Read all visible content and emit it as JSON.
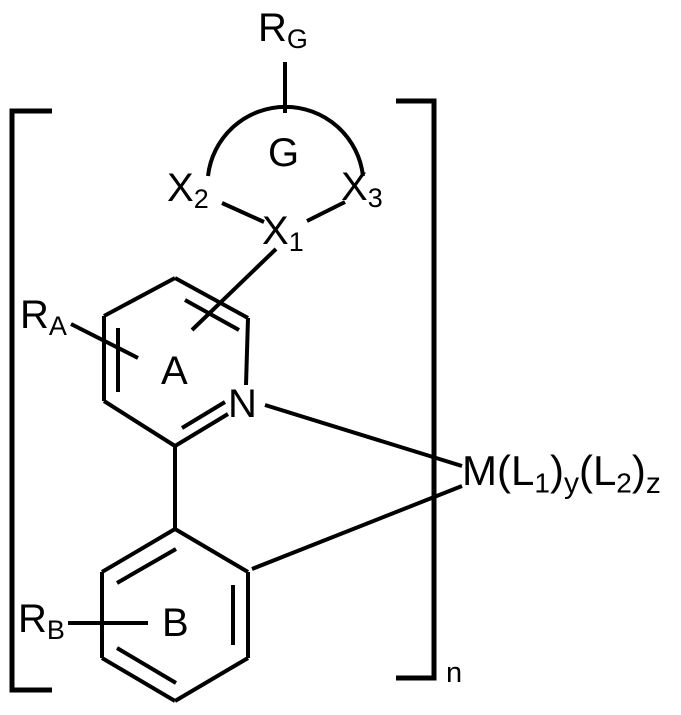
{
  "figure": {
    "type": "chemical-structure",
    "description": "Organometallic complex general formula with bracketed ligand and subscript n"
  },
  "labels": {
    "r_g": {
      "base": "R",
      "sub": "G"
    },
    "g_ring": "G",
    "x2": {
      "base": "X",
      "sub": "2"
    },
    "x3": {
      "base": "X",
      "sub": "3"
    },
    "x1": {
      "base": "X",
      "sub": "1"
    },
    "r_a": {
      "base": "R",
      "sub": "A"
    },
    "ring_a": "A",
    "nitrogen": "N",
    "r_b": {
      "base": "R",
      "sub": "B"
    },
    "ring_b": "B",
    "metal": {
      "m": "M",
      "open1": "(",
      "l1_base": "L",
      "l1_sub": "1",
      "close1": ")",
      "y": "y",
      "open2": "(",
      "l2_base": "L",
      "l2_sub": "2",
      "close2": ")",
      "z": "z"
    },
    "bracket_subscript": "n"
  },
  "colors": {
    "stroke": "#000000",
    "background": "#ffffff"
  }
}
